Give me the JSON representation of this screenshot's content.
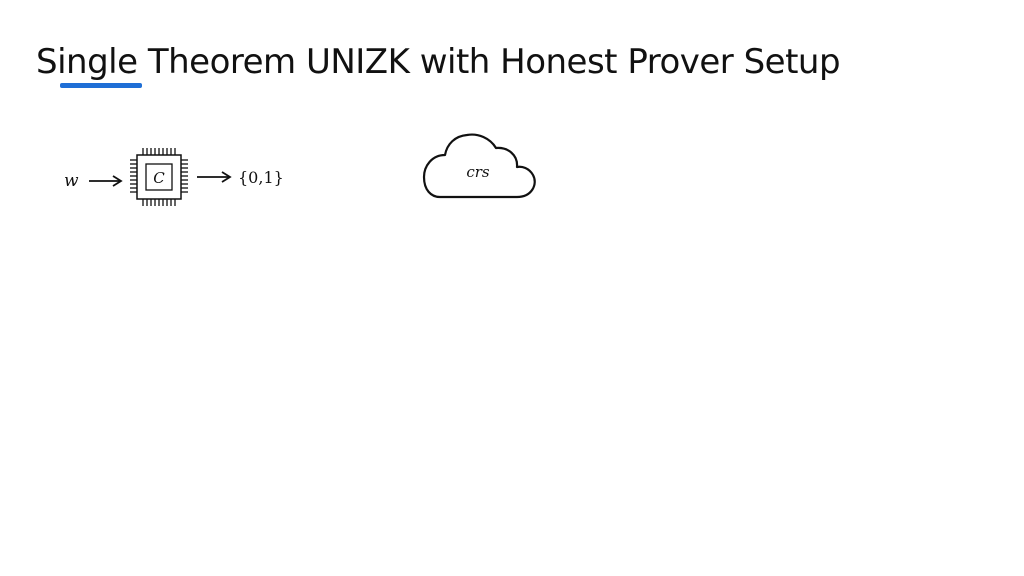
{
  "title": {
    "text": "Single Theorem UNIZK with Honest Prover Setup",
    "underlined_word": "Single",
    "underline_color": "#1f6fd6"
  },
  "circuit": {
    "input_label": "w",
    "chip_label": "C",
    "output_label": "{0,1}"
  },
  "cloud": {
    "label": "crs"
  },
  "colors": {
    "text": "#111111",
    "background": "#ffffff"
  }
}
